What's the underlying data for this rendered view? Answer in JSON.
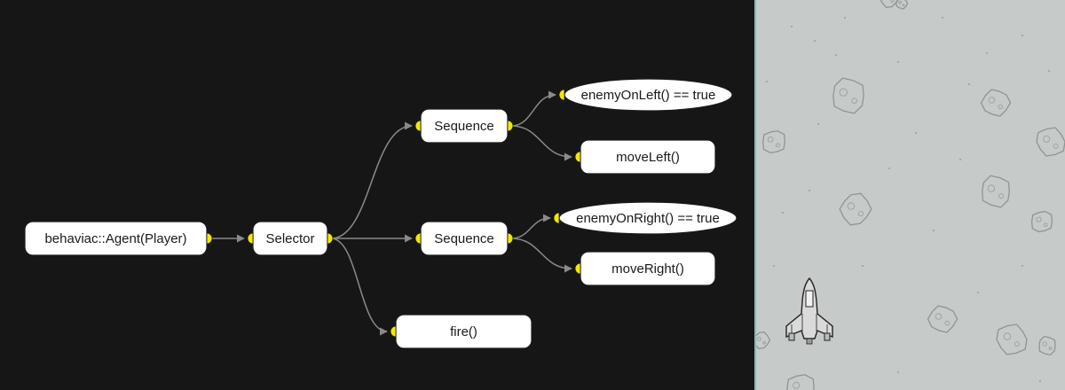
{
  "diagram": {
    "nodes": [
      {
        "id": "agent",
        "label": "behaviac::Agent(Player)",
        "shape": "rounded",
        "icon": "port-right"
      },
      {
        "id": "selector",
        "label": "Selector",
        "shape": "rounded"
      },
      {
        "id": "seq1",
        "label": "Sequence",
        "shape": "rounded"
      },
      {
        "id": "seq2",
        "label": "Sequence",
        "shape": "rounded"
      },
      {
        "id": "fire",
        "label": "fire()",
        "shape": "rounded"
      },
      {
        "id": "cond1",
        "label": "enemyOnLeft() == true",
        "shape": "ellipse"
      },
      {
        "id": "move1",
        "label": "moveLeft()",
        "shape": "rounded"
      },
      {
        "id": "cond2",
        "label": "enemyOnRight() == true",
        "shape": "ellipse"
      },
      {
        "id": "move2",
        "label": "moveRight()",
        "shape": "rounded"
      }
    ],
    "edges": [
      {
        "from": "agent",
        "to": "selector"
      },
      {
        "from": "selector",
        "to": "seq1"
      },
      {
        "from": "selector",
        "to": "seq2"
      },
      {
        "from": "selector",
        "to": "fire"
      },
      {
        "from": "seq1",
        "to": "cond1"
      },
      {
        "from": "seq1",
        "to": "move1"
      },
      {
        "from": "seq2",
        "to": "cond2"
      },
      {
        "from": "seq2",
        "to": "move2"
      }
    ],
    "colors": {
      "background": "#161616",
      "port": "#f3e800",
      "edge": "#8a8a8a",
      "node_fill": "#ffffff"
    }
  },
  "game": {
    "background": "#c6cbca",
    "sprites": [
      "player-spaceship-icon",
      "asteroid-icon"
    ]
  }
}
